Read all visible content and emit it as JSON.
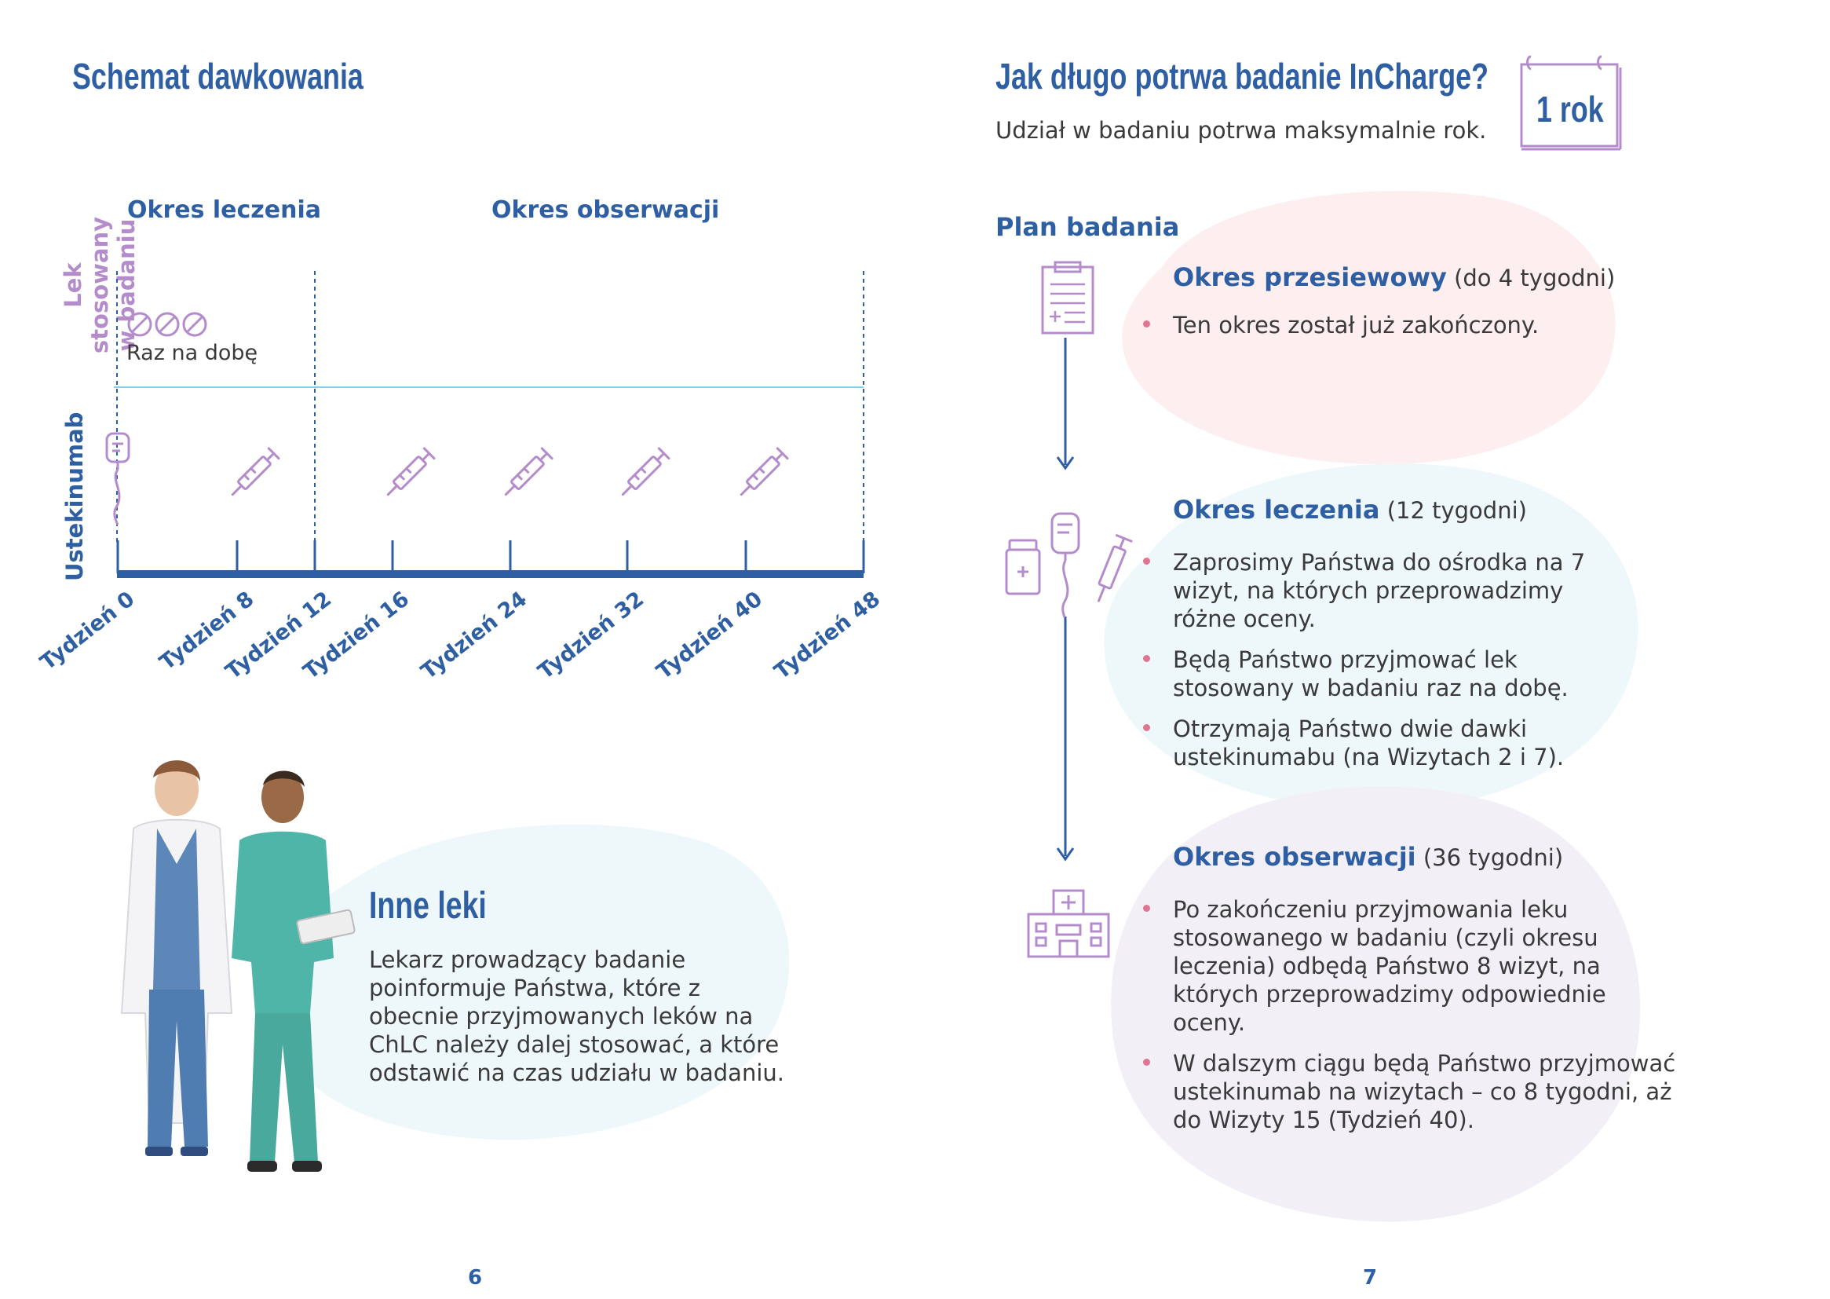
{
  "left": {
    "title": "Schemat dawkowania",
    "chart": {
      "period_treatment": "Okres leczenia",
      "period_observation": "Okres obserwacji",
      "row_drug_line1": "Lek stosowany",
      "row_drug_line2": "w badaniu",
      "dose_text": "Raz na dobę",
      "row_ustek": "Ustekinumab",
      "ticks": [
        "Tydzień 0",
        "Tydzień 8",
        "Tydzień 12",
        "Tydzień 16",
        "Tydzień 24",
        "Tydzień 32",
        "Tydzień 40",
        "Tydzień 48"
      ]
    },
    "other_drugs": {
      "title": "Inne leki",
      "body": "Lekarz prowadzący badanie poinformuje Państwa, które z obecnie przyjmowanych leków na ChLC należy dalej stosować, a które odstawić na czas udziału w badaniu."
    },
    "page_number": "6"
  },
  "right": {
    "title": "Jak długo potrwa badanie InCharge?",
    "subtitle": "Udział w badaniu potrwa maksymalnie rok.",
    "calendar_label": "1 rok",
    "plan_title": "Plan badania",
    "screening": {
      "title": "Okres przesiewowy",
      "duration": "(do 4 tygodni)",
      "bullets": [
        "Ten okres został już zakończony."
      ]
    },
    "treatment": {
      "title": "Okres leczenia",
      "duration": "(12 tygodni)",
      "bullets": [
        "Zaprosimy Państwa do ośrodka na 7 wizyt, na których przeprowadzimy różne oceny.",
        "Będą Państwo przyjmować lek stosowany w badaniu raz na dobę.",
        "Otrzymają Państwo dwie dawki ustekinumabu (na Wizytach 2 i 7)."
      ]
    },
    "observation": {
      "title": "Okres obserwacji",
      "duration": "(36 tygodni)",
      "bullets": [
        "Po zakończeniu przyjmowania leku stosowanego w badaniu (czyli okresu leczenia) odbędą Państwo 8 wizyt, na których przeprowadzimy odpowiednie oceny.",
        "W dalszym ciągu będą Państwo przyjmować ustekinumab na wizytach – co 8 tygodni, aż do Wizyty 15 (Tydzień 40)."
      ]
    },
    "page_number": "7"
  },
  "colors": {
    "blue": "#2f5fa3",
    "purple": "#b48ccc",
    "pink_bullet": "#e07591",
    "blob_pink": "#fdeeef",
    "blob_blue": "#eef7fa",
    "blob_lilac": "#f3eff7"
  }
}
